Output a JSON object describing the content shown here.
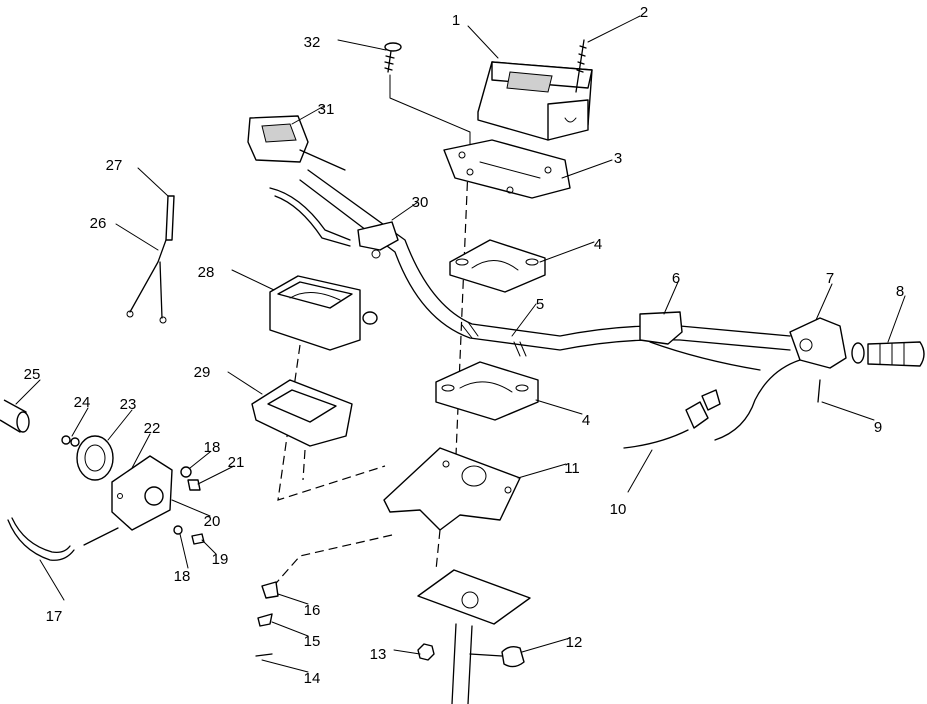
{
  "callouts": [
    {
      "num": "1"
    },
    {
      "num": "2"
    },
    {
      "num": "3"
    },
    {
      "num": "4"
    },
    {
      "num": "5"
    },
    {
      "num": "6"
    },
    {
      "num": "7"
    },
    {
      "num": "8"
    },
    {
      "num": "9"
    },
    {
      "num": "10"
    },
    {
      "num": "11"
    },
    {
      "num": "4"
    },
    {
      "num": "12"
    },
    {
      "num": "13"
    },
    {
      "num": "14"
    },
    {
      "num": "15"
    },
    {
      "num": "16"
    },
    {
      "num": "17"
    },
    {
      "num": "18"
    },
    {
      "num": "19"
    },
    {
      "num": "20"
    },
    {
      "num": "21"
    },
    {
      "num": "18"
    },
    {
      "num": "22"
    },
    {
      "num": "23"
    },
    {
      "num": "24"
    },
    {
      "num": "25"
    },
    {
      "num": "26"
    },
    {
      "num": "27"
    },
    {
      "num": "28"
    },
    {
      "num": "29"
    },
    {
      "num": "30"
    },
    {
      "num": "31"
    },
    {
      "num": "32"
    }
  ]
}
